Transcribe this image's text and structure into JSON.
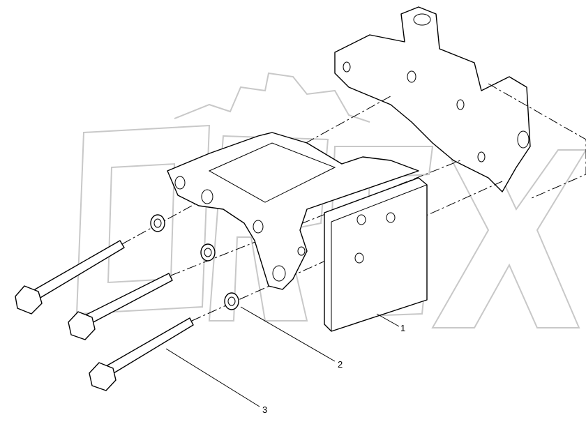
{
  "diagram": {
    "watermark_logo": "OREX",
    "callouts": [
      {
        "id": "1",
        "label": "1"
      },
      {
        "id": "2",
        "label": "2"
      },
      {
        "id": "3",
        "label": "3"
      }
    ]
  }
}
